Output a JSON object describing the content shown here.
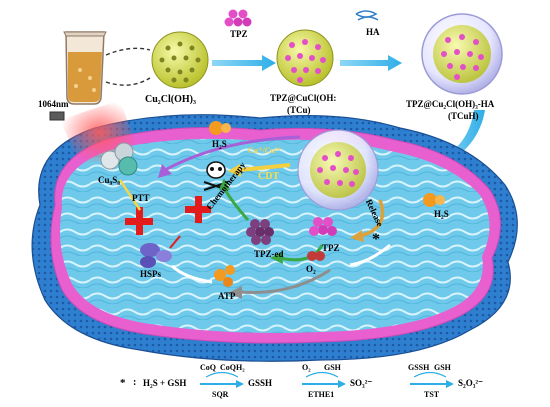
{
  "synthesis": {
    "cu_precursor": "Cu₂Cl(OH)₃",
    "tpz_top": "TPZ",
    "ha_top": "HA",
    "tcu_line1": "TPZ@CuCl(OH:",
    "tcu_line2": "(TCu)",
    "tcuh_line1": "TPZ@Cu₂Cl(OH)₃-HA",
    "tcuh_line2": "(TCuH)"
  },
  "cell": {
    "laser": "1064nm",
    "h2s_top": "H₂S",
    "h2s_right": "H₂S",
    "cuss": "Cu₉S₈",
    "cu_ions": "Cu⁺/Cu²⁺",
    "cdt": "CDT",
    "ptt": "PTT",
    "chemotherapy": "Chemotherapy",
    "release": "Release",
    "tpz": "TPZ",
    "tpz_ed": "TPZ-ed",
    "o2": "O₂",
    "atp": "ATP",
    "hsps": "HSPs",
    "asterisk": "*"
  },
  "equation": {
    "star": "*",
    "colon": ":",
    "h2s_gsh": "H₂S + GSH",
    "coq": "CoQ",
    "coqh2": "CoQH₂",
    "sqr": "SQR",
    "gssh1": "GSSH",
    "o2": "O₂",
    "gsh1": "GSH",
    "ethe1": "ETHE1",
    "so3": "SO₃²⁻",
    "gssh2": "GSSH",
    "gsh2": "GSH",
    "tst": "TST",
    "s2o3": "S₂O₃²⁻"
  }
}
